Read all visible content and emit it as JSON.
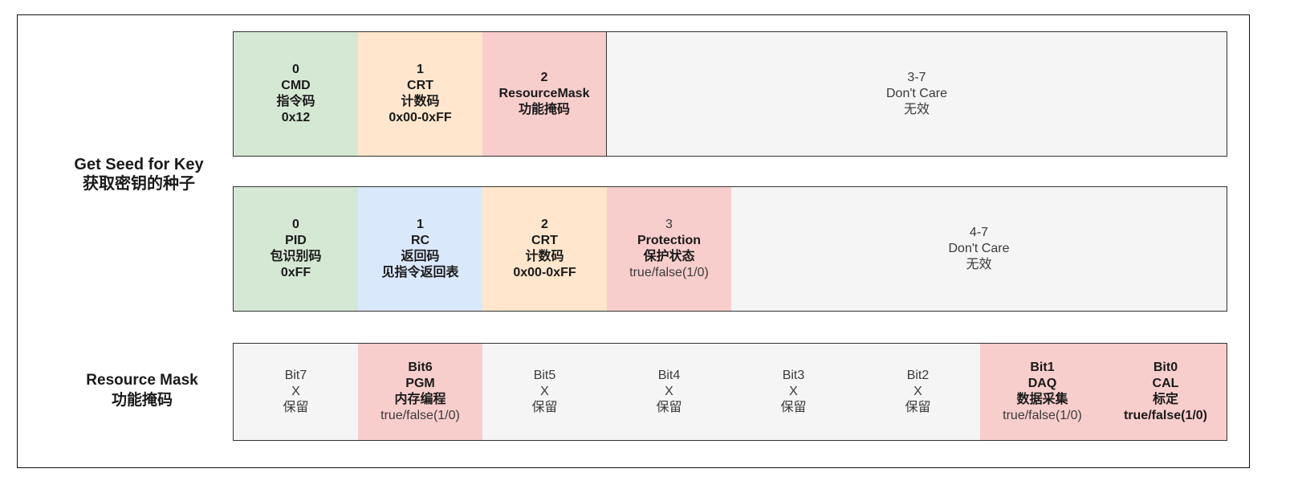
{
  "colors": {
    "green": "#d5e8d4",
    "orange": "#ffe6cc",
    "red": "#f8cecc",
    "blue": "#dae8fc",
    "gray": "#f5f5f5"
  },
  "labels": {
    "seed": "Get Seed for Key\n获取密钥的种子",
    "mask": "Resource Mask\n功能掩码"
  },
  "command_row": [
    {
      "color": "green",
      "lines": [
        "0",
        "CMD",
        "指令码",
        "0x12"
      ]
    },
    {
      "color": "orange",
      "lines": [
        "1",
        "CRT",
        "计数码",
        "0x00-0xFF"
      ]
    },
    {
      "color": "red",
      "lines": [
        "2",
        "ResourceMask",
        "功能掩码"
      ]
    },
    {
      "color": "gray",
      "lines": [
        "3-7",
        "Don't Care",
        "无效"
      ]
    }
  ],
  "response_row": [
    {
      "color": "green",
      "lines": [
        "0",
        "PID",
        "包识别码",
        "0xFF"
      ]
    },
    {
      "color": "blue",
      "lines": [
        "1",
        "RC",
        "返回码",
        "见指令返回表"
      ]
    },
    {
      "color": "orange",
      "lines": [
        "2",
        "CRT",
        "计数码",
        "0x00-0xFF"
      ]
    },
    {
      "color": "red",
      "lines": [
        "3",
        "Protection",
        "保护状态",
        "true/false(1/0)"
      ]
    },
    {
      "color": "gray",
      "lines": [
        "4-7",
        "Don't Care",
        "无效"
      ]
    }
  ],
  "mask_row": [
    {
      "color": "gray",
      "lines": [
        "Bit7",
        "X",
        "保留"
      ]
    },
    {
      "color": "red",
      "lines": [
        "Bit6",
        "PGM",
        "内存编程",
        "true/false(1/0)"
      ]
    },
    {
      "color": "gray",
      "lines": [
        "Bit5",
        "X",
        "保留"
      ]
    },
    {
      "color": "gray",
      "lines": [
        "Bit4",
        "X",
        "保留"
      ]
    },
    {
      "color": "gray",
      "lines": [
        "Bit3",
        "X",
        "保留"
      ]
    },
    {
      "color": "gray",
      "lines": [
        "Bit2",
        "X",
        "保留"
      ]
    },
    {
      "color": "red",
      "lines": [
        "Bit1",
        "DAQ",
        "数据采集",
        "true/false(1/0)"
      ]
    },
    {
      "color": "red",
      "lines": [
        "Bit0",
        "CAL",
        "标定",
        "true/false(1/0)"
      ]
    }
  ]
}
